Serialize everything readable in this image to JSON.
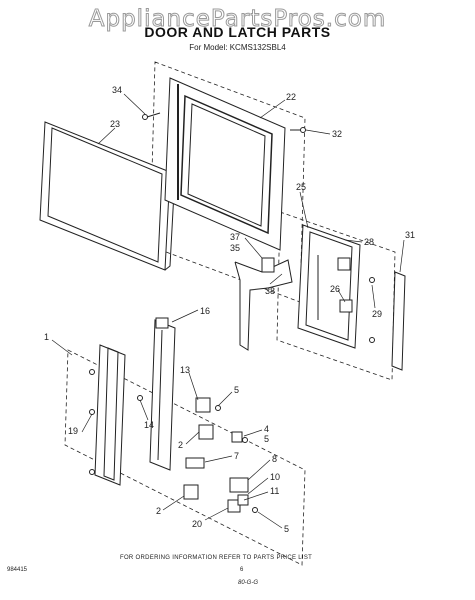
{
  "watermark": "AppliancePartsPros.com",
  "title": "DOOR AND LATCH PARTS",
  "subtitle": "For Model: KCMS132SBL4",
  "footer": {
    "ordering_note": "FOR ORDERING INFORMATION REFER TO PARTS PRICE LIST",
    "diagram_code": "984415",
    "page_number": "6",
    "revision_mark": "80-G-G"
  },
  "part_labels": [
    "34",
    "23",
    "22",
    "32",
    "25",
    "28",
    "31",
    "37",
    "35",
    "38",
    "26",
    "29",
    "16",
    "1",
    "13",
    "5",
    "19",
    "14",
    "4",
    "5",
    "2",
    "7",
    "8",
    "10",
    "11",
    "2",
    "20",
    "5"
  ]
}
